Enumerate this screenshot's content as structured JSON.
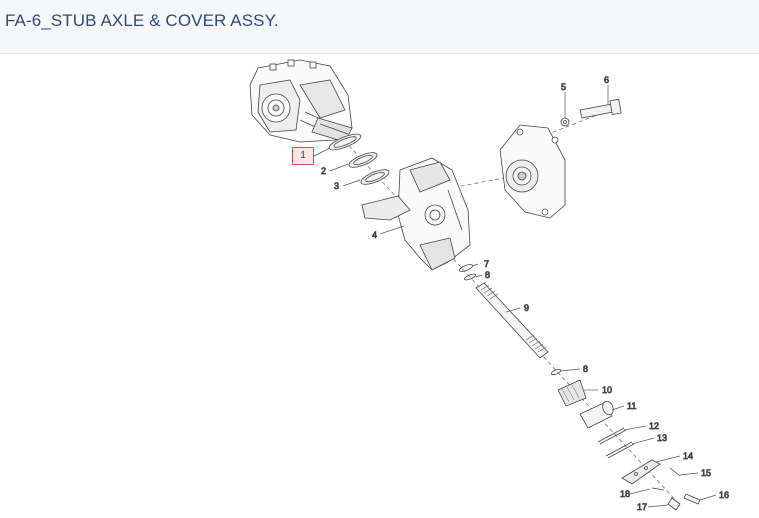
{
  "header": {
    "title": "FA-6_STUB AXLE & COVER ASSY."
  },
  "diagram": {
    "selected_part": "1",
    "callouts": [
      "1",
      "2",
      "3",
      "4",
      "5",
      "6",
      "7",
      "8",
      "8",
      "9",
      "10",
      "11",
      "12",
      "13",
      "14",
      "15",
      "16",
      "17",
      "18"
    ]
  }
}
